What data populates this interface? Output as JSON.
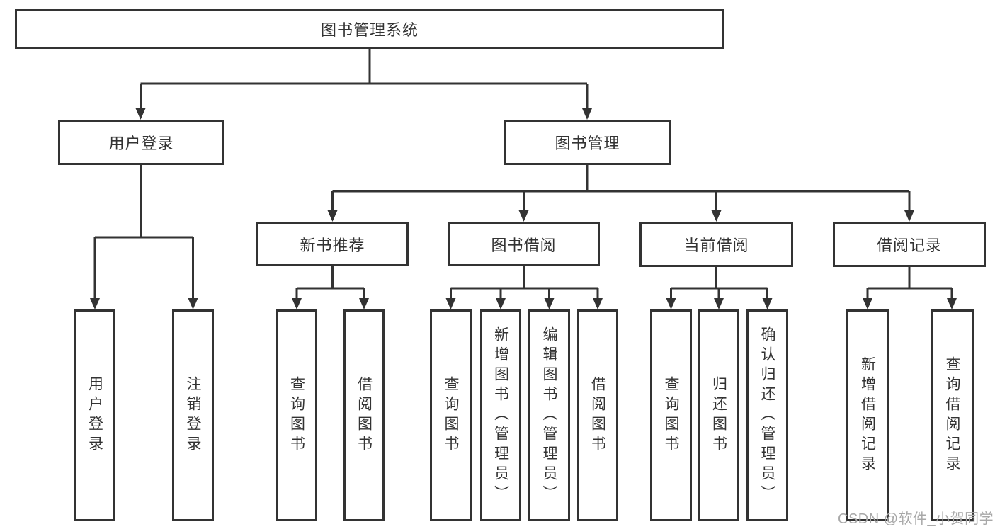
{
  "tree": {
    "label": "图书管理系统",
    "children": [
      {
        "label": "用户登录",
        "children": [
          {
            "label": "用户登录"
          },
          {
            "label": "注销登录"
          }
        ]
      },
      {
        "label": "图书管理",
        "children": [
          {
            "label": "新书推荐",
            "children": [
              {
                "label": "查询图书"
              },
              {
                "label": "借阅图书"
              }
            ]
          },
          {
            "label": "图书借阅",
            "children": [
              {
                "label": "查询图书"
              },
              {
                "label": "新增图书（管理员）"
              },
              {
                "label": "编辑图书（管理员）"
              },
              {
                "label": "借阅图书"
              }
            ]
          },
          {
            "label": "当前借阅",
            "children": [
              {
                "label": "查询图书"
              },
              {
                "label": "归还图书"
              },
              {
                "label": "确认归还（管理员）"
              }
            ]
          },
          {
            "label": "借阅记录",
            "children": [
              {
                "label": "新增借阅记录"
              },
              {
                "label": "查询借阅记录"
              }
            ]
          }
        ]
      }
    ]
  },
  "watermark": {
    "text": "CSDN @软件_小贺同学"
  },
  "colors": {
    "line": "#333333",
    "text": "#333333",
    "box_background": "#ffffff",
    "page_background": "#ffffff",
    "watermark": "#a8a8a8"
  }
}
